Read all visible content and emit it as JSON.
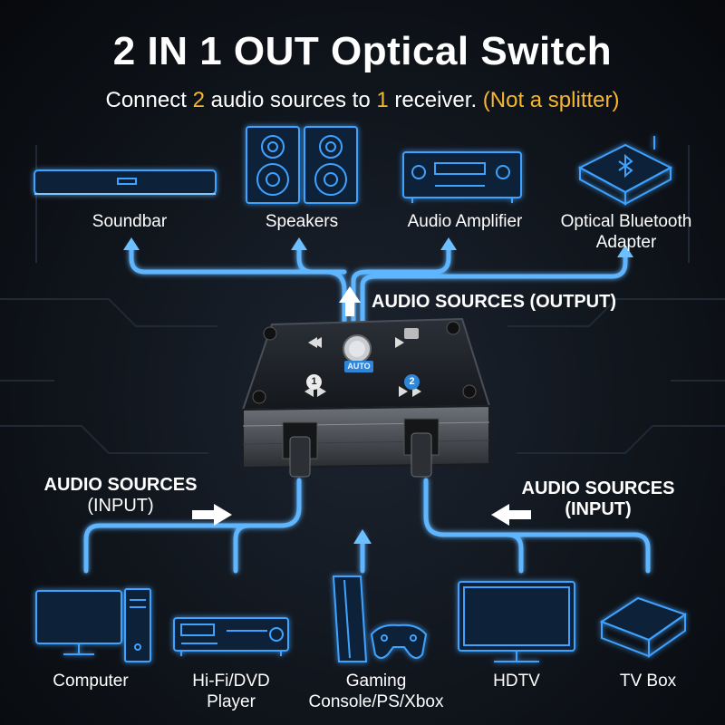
{
  "title": "2 IN 1 OUT Optical Switch",
  "subtitle": {
    "before": "Connect ",
    "num_sources": "2",
    "mid": " audio sources to ",
    "num_receivers": "1",
    "after": " receiver. ",
    "note": "(Not a splitter)"
  },
  "outputs": [
    {
      "label_line1": "Soundbar",
      "label_line2": "",
      "icon": "soundbar-icon"
    },
    {
      "label_line1": "Speakers",
      "label_line2": "",
      "icon": "speakers-icon"
    },
    {
      "label_line1": "Audio Amplifier",
      "label_line2": "",
      "icon": "amplifier-icon"
    },
    {
      "label_line1": "Optical Bluetooth",
      "label_line2": "Adapter",
      "icon": "bluetooth-adapter-icon"
    }
  ],
  "output_label": "AUDIO SOURCES (OUTPUT)",
  "input_left": {
    "line1": "AUDIO SOURCES",
    "line2": "(INPUT)"
  },
  "input_right": {
    "line1": "AUDIO SOURCES",
    "line2": "(INPUT)"
  },
  "device": {
    "auto_label": "AUTO",
    "port1_label": "1",
    "port2_label": "2"
  },
  "inputs": [
    {
      "label_line1": "Computer",
      "label_line2": "",
      "icon": "computer-icon"
    },
    {
      "label_line1": "Hi-Fi/DVD",
      "label_line2": "Player",
      "icon": "dvd-player-icon"
    },
    {
      "label_line1": "Gaming",
      "label_line2": "Console/PS/Xbox",
      "icon": "game-console-icon"
    },
    {
      "label_line1": "HDTV",
      "label_line2": "",
      "icon": "hdtv-icon"
    },
    {
      "label_line1": "TV Box",
      "label_line2": "",
      "icon": "tv-box-icon"
    }
  ],
  "colors": {
    "accent": "#f5b731",
    "cable_glow": "#5fb6ff",
    "icon_blue": "#3fa2ff",
    "background": "#10151c"
  }
}
